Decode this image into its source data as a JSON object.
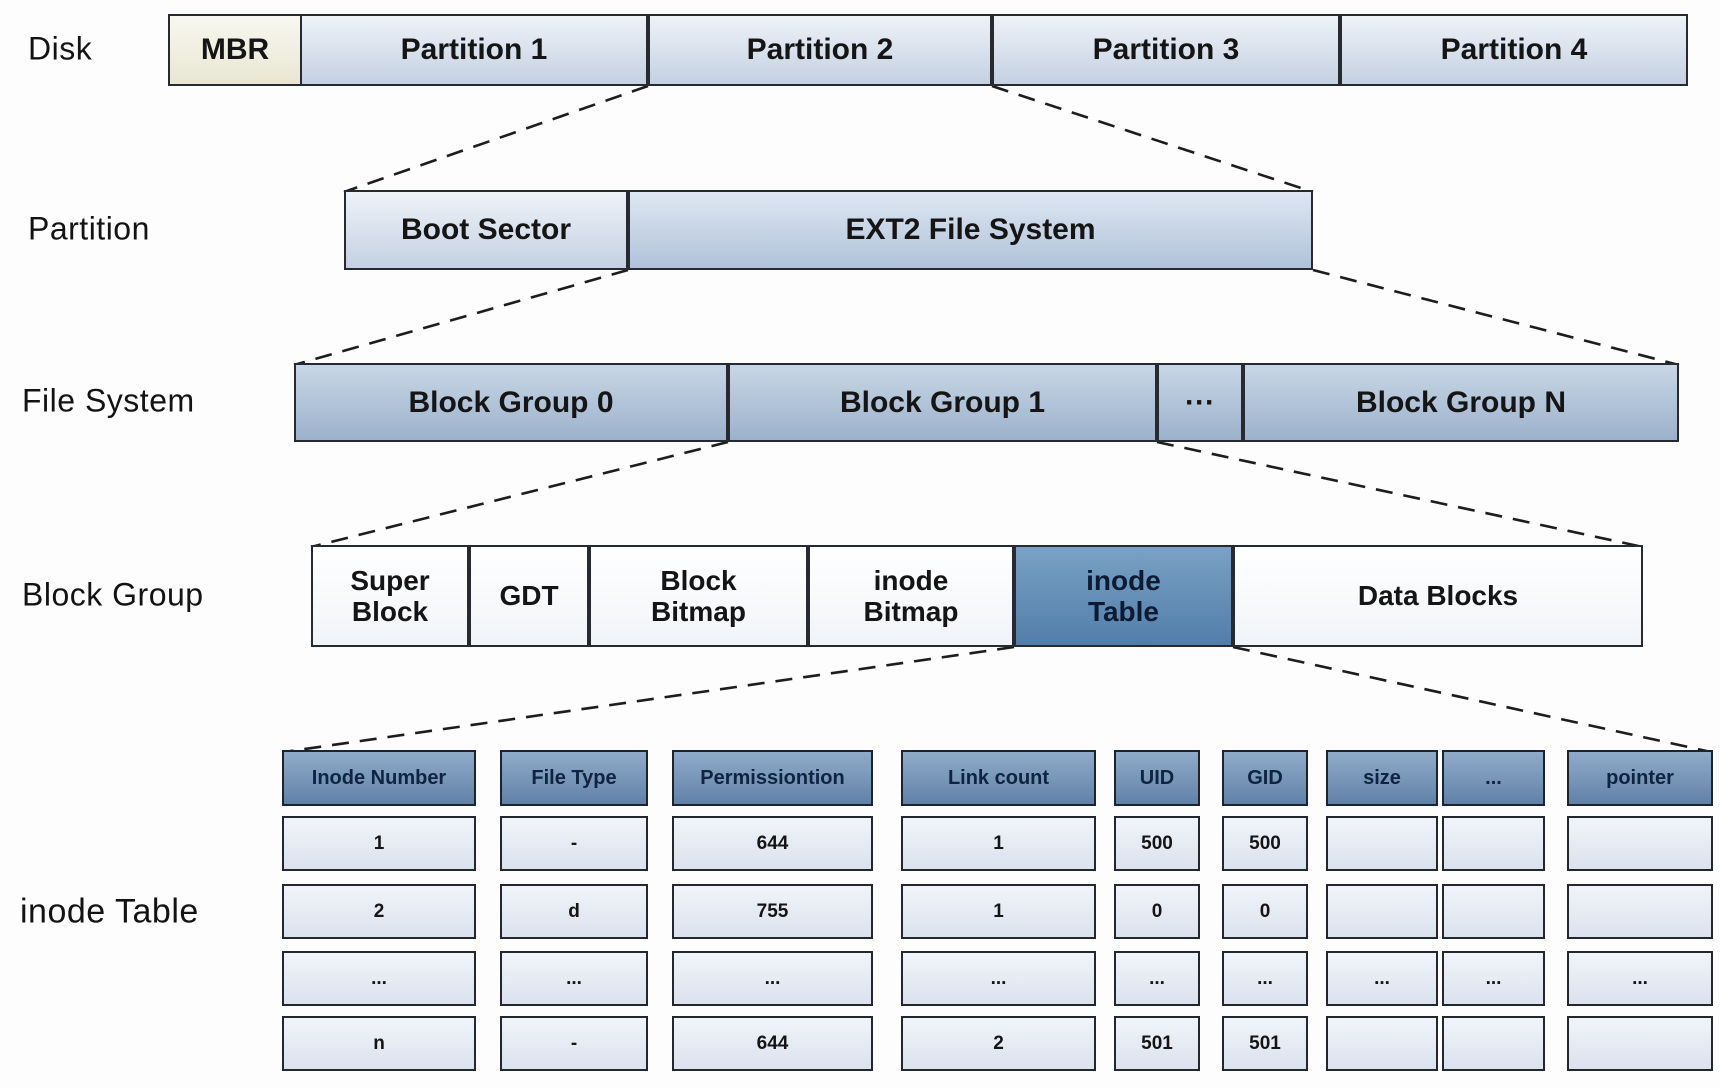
{
  "diagram": {
    "levels": [
      {
        "label": "Disk",
        "boxes": [
          {
            "name": "box-mbr",
            "text": "MBR"
          },
          {
            "name": "box-partition-1",
            "text": "Partition 1"
          },
          {
            "name": "box-partition-2",
            "text": "Partition 2"
          },
          {
            "name": "box-partition-3",
            "text": "Partition 3"
          },
          {
            "name": "box-partition-4",
            "text": "Partition 4"
          }
        ]
      },
      {
        "label": "Partition",
        "boxes": [
          {
            "name": "box-boot-sector",
            "text": "Boot Sector"
          },
          {
            "name": "box-ext2-file-system",
            "text": "EXT2 File System"
          }
        ]
      },
      {
        "label": "File System",
        "boxes": [
          {
            "name": "box-block-group-0",
            "text": "Block Group 0"
          },
          {
            "name": "box-block-group-1",
            "text": "Block Group 1"
          },
          {
            "name": "box-block-group-dots",
            "text": "···"
          },
          {
            "name": "box-block-group-n",
            "text": "Block Group N"
          }
        ]
      },
      {
        "label": "Block Group",
        "boxes": [
          {
            "name": "box-super-block",
            "text": "Super\nBlock"
          },
          {
            "name": "box-gdt",
            "text": "GDT"
          },
          {
            "name": "box-block-bitmap",
            "text": "Block\nBitmap"
          },
          {
            "name": "box-inode-bitmap",
            "text": "inode\nBitmap"
          },
          {
            "name": "box-inode-table",
            "text": "inode\nTable"
          },
          {
            "name": "box-data-blocks",
            "text": "Data Blocks"
          }
        ]
      }
    ]
  },
  "inode_table": {
    "label": "inode Table",
    "headers": [
      "Inode Number",
      "File Type",
      "Permissiontion",
      "Link count",
      "UID",
      "GID",
      "size",
      "...",
      "pointer"
    ],
    "rows": [
      [
        "1",
        "-",
        "644",
        "1",
        "500",
        "500",
        "",
        "",
        ""
      ],
      [
        "2",
        "d",
        "755",
        "1",
        "0",
        "0",
        "",
        "",
        ""
      ],
      [
        "...",
        "...",
        "...",
        "...",
        "...",
        "...",
        "...",
        "...",
        "..."
      ],
      [
        "n",
        "-",
        "644",
        "2",
        "501",
        "501",
        "",
        "",
        ""
      ]
    ]
  },
  "colors": {
    "partition_box": "#d9e3f0",
    "mbr_box": "#f2f0e0",
    "ext2_box": "#c8d7ea",
    "block_group_box": "#b3c7dd",
    "highlight_inode_table": "#5d8cb8",
    "table_header": "#7194ba",
    "table_cell": "#e4eaf3",
    "connector_line": "#1d1d1d"
  }
}
